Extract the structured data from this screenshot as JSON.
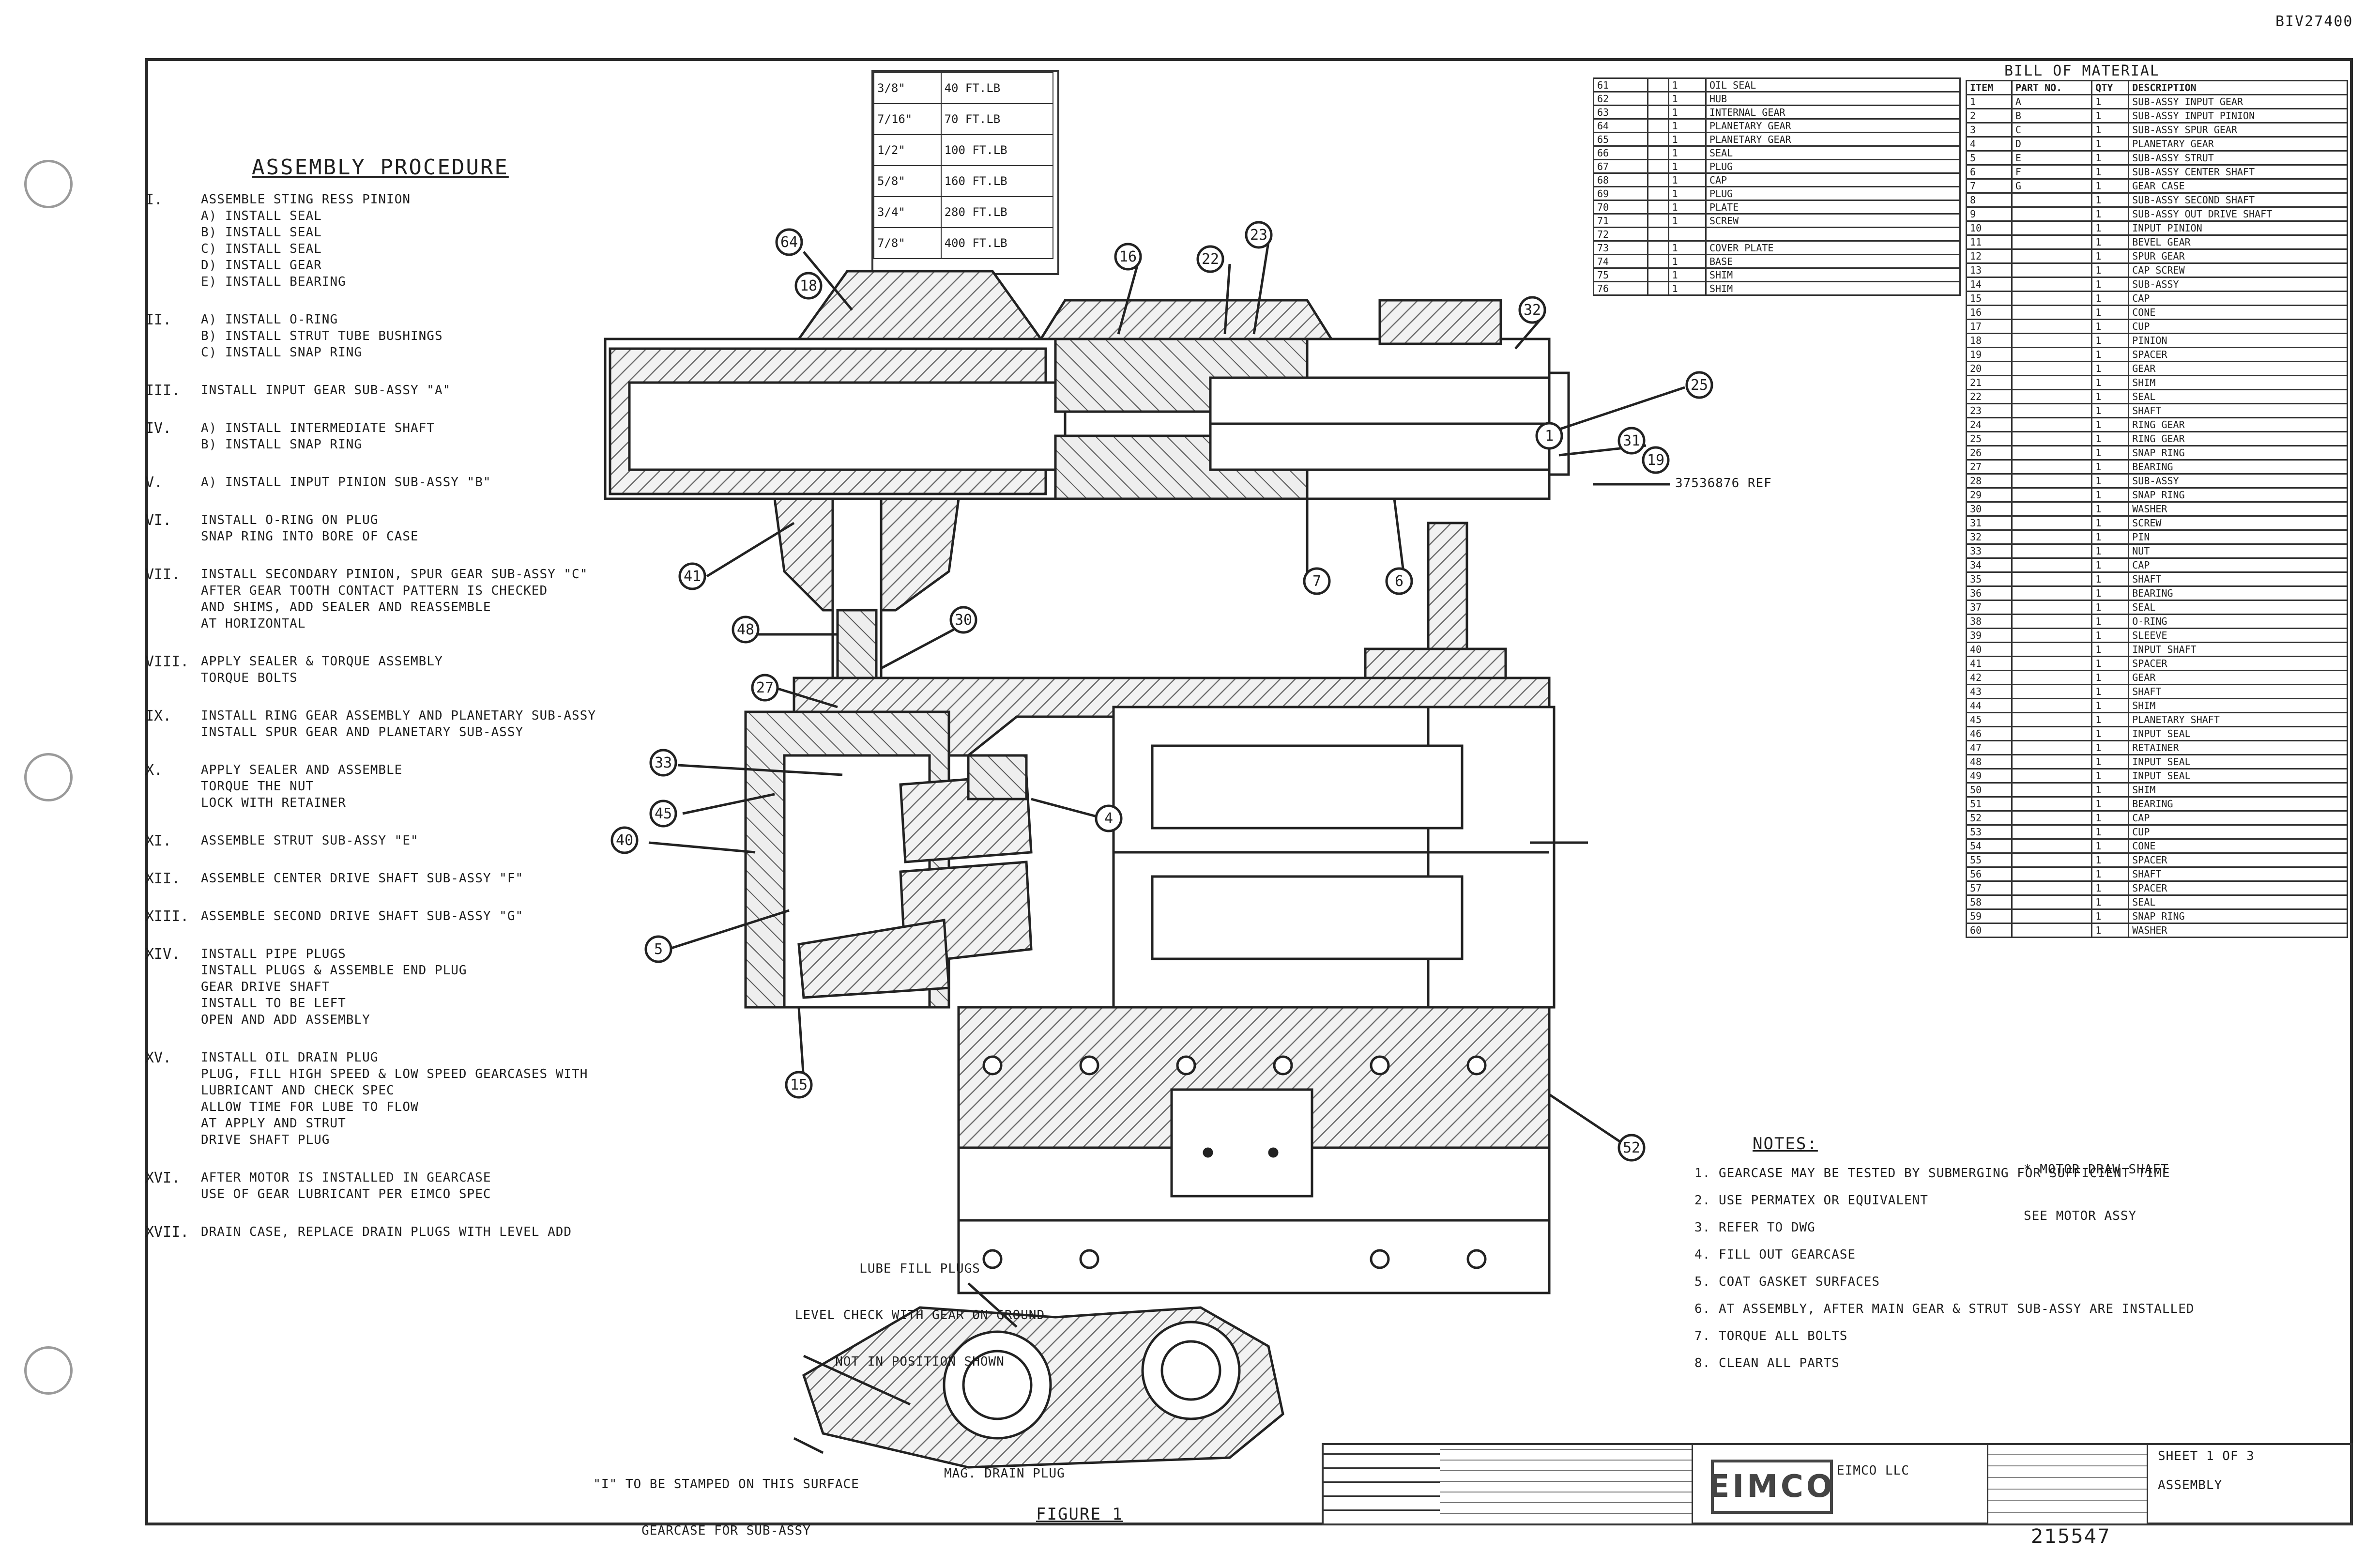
{
  "drawing_id_top": "BIV27400",
  "drawing_id_bottom": "215547",
  "procedure": {
    "title": "ASSEMBLY PROCEDURE",
    "steps": [
      {
        "num": "I.",
        "lines": [
          "ASSEMBLE STING RESS PINION",
          "A) INSTALL SEAL",
          "B) INSTALL SEAL",
          "C) INSTALL SEAL",
          "D) INSTALL GEAR",
          "E) INSTALL BEARING"
        ]
      },
      {
        "num": "II.",
        "lines": [
          "A) INSTALL O-RING",
          "B) INSTALL STRUT TUBE BUSHINGS",
          "C) INSTALL SNAP RING"
        ]
      },
      {
        "num": "III.",
        "lines": [
          "INSTALL INPUT GEAR SUB-ASSY \"A\""
        ]
      },
      {
        "num": "IV.",
        "lines": [
          "A) INSTALL INTERMEDIATE SHAFT",
          "B) INSTALL SNAP RING"
        ]
      },
      {
        "num": "V.",
        "lines": [
          "A) INSTALL INPUT PINION SUB-ASSY \"B\""
        ]
      },
      {
        "num": "VI.",
        "lines": [
          "INSTALL O-RING ON PLUG",
          "SNAP RING INTO BORE OF CASE"
        ]
      },
      {
        "num": "VII.",
        "lines": [
          "INSTALL SECONDARY PINION, SPUR GEAR SUB-ASSY \"C\"",
          "AFTER GEAR TOOTH CONTACT PATTERN IS CHECKED",
          "AND SHIMS, ADD SEALER AND REASSEMBLE",
          "AT HORIZONTAL"
        ]
      },
      {
        "num": "VIII.",
        "lines": [
          "APPLY SEALER & TORQUE ASSEMBLY",
          "TORQUE BOLTS"
        ]
      },
      {
        "num": "IX.",
        "lines": [
          "INSTALL RING GEAR ASSEMBLY AND PLANETARY SUB-ASSY",
          "INSTALL SPUR GEAR AND PLANETARY SUB-ASSY"
        ]
      },
      {
        "num": "X.",
        "lines": [
          "APPLY SEALER AND ASSEMBLE",
          "TORQUE THE NUT",
          "LOCK WITH RETAINER"
        ]
      },
      {
        "num": "XI.",
        "lines": [
          "ASSEMBLE STRUT SUB-ASSY \"E\""
        ]
      },
      {
        "num": "XII.",
        "lines": [
          "ASSEMBLE CENTER DRIVE SHAFT SUB-ASSY \"F\""
        ]
      },
      {
        "num": "XIII.",
        "lines": [
          "ASSEMBLE SECOND DRIVE SHAFT SUB-ASSY \"G\""
        ]
      },
      {
        "num": "XIV.",
        "lines": [
          "INSTALL PIPE PLUGS",
          "INSTALL PLUGS & ASSEMBLE END PLUG",
          "GEAR DRIVE SHAFT",
          "INSTALL TO BE LEFT",
          "OPEN AND ADD ASSEMBLY"
        ]
      },
      {
        "num": "XV.",
        "lines": [
          "INSTALL OIL DRAIN PLUG",
          "PLUG, FILL HIGH SPEED & LOW SPEED GEARCASES WITH",
          "LUBRICANT AND CHECK SPEC",
          "ALLOW TIME FOR LUBE TO FLOW",
          "AT APPLY AND STRUT",
          "DRIVE SHAFT PLUG"
        ]
      },
      {
        "num": "XVI.",
        "lines": [
          "AFTER MOTOR IS INSTALLED IN GEARCASE",
          "USE OF GEAR LUBRICANT PER EIMCO SPEC"
        ]
      },
      {
        "num": "XVII.",
        "lines": [
          "DRAIN CASE, REPLACE DRAIN PLUGS WITH LEVEL ADD"
        ]
      }
    ]
  },
  "torque_table": {
    "header": [
      "",
      ""
    ],
    "rows": [
      [
        "3/8\"",
        "40 FT.LB"
      ],
      [
        "7/16\"",
        "70 FT.LB"
      ],
      [
        "1/2\"",
        "100 FT.LB"
      ],
      [
        "5/8\"",
        "160 FT.LB"
      ],
      [
        "3/4\"",
        "280 FT.LB"
      ],
      [
        "7/8\"",
        "400 FT.LB"
      ]
    ]
  },
  "bill_of_material": {
    "title": "BILL OF MATERIAL",
    "headers": [
      "ITEM",
      "PART NO.",
      "QTY",
      "DESCRIPTION"
    ],
    "rows": [
      [
        "1",
        "A",
        "1",
        "SUB-ASSY INPUT GEAR"
      ],
      [
        "2",
        "B",
        "1",
        "SUB-ASSY INPUT PINION"
      ],
      [
        "3",
        "C",
        "1",
        "SUB-ASSY SPUR GEAR"
      ],
      [
        "4",
        "D",
        "1",
        "PLANETARY GEAR"
      ],
      [
        "5",
        "E",
        "1",
        "SUB-ASSY STRUT"
      ],
      [
        "6",
        "F",
        "1",
        "SUB-ASSY CENTER SHAFT"
      ],
      [
        "7",
        "G",
        "1",
        "GEAR CASE"
      ],
      [
        "8",
        "",
        "1",
        "SUB-ASSY SECOND SHAFT"
      ],
      [
        "9",
        "",
        "1",
        "SUB-ASSY OUT DRIVE SHAFT"
      ],
      [
        "10",
        "",
        "1",
        "INPUT PINION"
      ],
      [
        "11",
        "",
        "1",
        "BEVEL GEAR"
      ],
      [
        "12",
        "",
        "1",
        "SPUR GEAR"
      ],
      [
        "13",
        "",
        "1",
        "CAP SCREW"
      ],
      [
        "14",
        "",
        "1",
        "SUB-ASSY"
      ],
      [
        "15",
        "",
        "1",
        "CAP"
      ],
      [
        "16",
        "",
        "1",
        "CONE"
      ],
      [
        "17",
        "",
        "1",
        "CUP"
      ],
      [
        "18",
        "",
        "1",
        "PINION"
      ],
      [
        "19",
        "",
        "1",
        "SPACER"
      ],
      [
        "20",
        "",
        "1",
        "GEAR"
      ],
      [
        "21",
        "",
        "1",
        "SHIM"
      ],
      [
        "22",
        "",
        "1",
        "SEAL"
      ],
      [
        "23",
        "",
        "1",
        "SHAFT"
      ],
      [
        "24",
        "",
        "1",
        "RING GEAR"
      ],
      [
        "25",
        "",
        "1",
        "RING GEAR"
      ],
      [
        "26",
        "",
        "1",
        "SNAP RING"
      ],
      [
        "27",
        "",
        "1",
        "BEARING"
      ],
      [
        "28",
        "",
        "1",
        "SUB-ASSY"
      ],
      [
        "29",
        "",
        "1",
        "SNAP RING"
      ],
      [
        "30",
        "",
        "1",
        "WASHER"
      ],
      [
        "31",
        "",
        "1",
        "SCREW"
      ],
      [
        "32",
        "",
        "1",
        "PIN"
      ],
      [
        "33",
        "",
        "1",
        "NUT"
      ],
      [
        "34",
        "",
        "1",
        "CAP"
      ],
      [
        "35",
        "",
        "1",
        "SHAFT"
      ],
      [
        "36",
        "",
        "1",
        "BEARING"
      ],
      [
        "37",
        "",
        "1",
        "SEAL"
      ],
      [
        "38",
        "",
        "1",
        "O-RING"
      ],
      [
        "39",
        "",
        "1",
        "SLEEVE"
      ],
      [
        "40",
        "",
        "1",
        "INPUT SHAFT"
      ],
      [
        "41",
        "",
        "1",
        "SPACER"
      ],
      [
        "42",
        "",
        "1",
        "GEAR"
      ],
      [
        "43",
        "",
        "1",
        "SHAFT"
      ],
      [
        "44",
        "",
        "1",
        "SHIM"
      ],
      [
        "45",
        "",
        "1",
        "PLANETARY SHAFT"
      ],
      [
        "46",
        "",
        "1",
        "INPUT SEAL"
      ],
      [
        "47",
        "",
        "1",
        "RETAINER"
      ],
      [
        "48",
        "",
        "1",
        "INPUT SEAL"
      ],
      [
        "49",
        "",
        "1",
        "INPUT SEAL"
      ],
      [
        "50",
        "",
        "1",
        "SHIM"
      ],
      [
        "51",
        "",
        "1",
        "BEARING"
      ],
      [
        "52",
        "",
        "1",
        "CAP"
      ],
      [
        "53",
        "",
        "1",
        "CUP"
      ],
      [
        "54",
        "",
        "1",
        "CONE"
      ],
      [
        "55",
        "",
        "1",
        "SPACER"
      ],
      [
        "56",
        "",
        "1",
        "SHAFT"
      ],
      [
        "57",
        "",
        "1",
        "SPACER"
      ],
      [
        "58",
        "",
        "1",
        "SEAL"
      ],
      [
        "59",
        "",
        "1",
        "SNAP RING"
      ],
      [
        "60",
        "",
        "1",
        "WASHER"
      ]
    ]
  },
  "parts_list_left": {
    "rows": [
      [
        "61",
        "",
        "1",
        "OIL SEAL"
      ],
      [
        "62",
        "",
        "1",
        "HUB"
      ],
      [
        "63",
        "",
        "1",
        "INTERNAL GEAR"
      ],
      [
        "64",
        "",
        "1",
        "PLANETARY GEAR"
      ],
      [
        "65",
        "",
        "1",
        "PLANETARY GEAR"
      ],
      [
        "66",
        "",
        "1",
        "SEAL"
      ],
      [
        "67",
        "",
        "1",
        "PLUG"
      ],
      [
        "68",
        "",
        "1",
        "CAP"
      ],
      [
        "69",
        "",
        "1",
        "PLUG"
      ],
      [
        "70",
        "",
        "1",
        "PLATE"
      ],
      [
        "71",
        "",
        "1",
        "SCREW"
      ],
      [
        "72",
        "",
        "",
        ""
      ],
      [
        "73",
        "",
        "1",
        "COVER PLATE"
      ],
      [
        "74",
        "",
        "1",
        "BASE"
      ],
      [
        "75",
        "",
        "1",
        "SHIM"
      ],
      [
        "76",
        "",
        "1",
        "SHIM"
      ]
    ]
  },
  "ref_label": "37536876 REF",
  "callouts": [
    "64",
    "18",
    "16",
    "22",
    "23",
    "32",
    "25",
    "31",
    "19",
    "41",
    "48",
    "30",
    "27",
    "33",
    "45",
    "40",
    "5",
    "15",
    "4",
    "52",
    "7",
    "6",
    "1"
  ],
  "notes": {
    "title": "NOTES:",
    "items": [
      "1. GEARCASE MAY BE TESTED BY SUBMERGING FOR SUFFICIENT TIME",
      "2. USE PERMATEX OR EQUIVALENT",
      "3. REFER TO DWG",
      "4. FILL OUT GEARCASE",
      "5. COAT GASKET SURFACES",
      "6. AT ASSEMBLY, AFTER MAIN GEAR & STRUT SUB-ASSY ARE INSTALLED",
      "7. TORQUE ALL BOLTS",
      "8. CLEAN ALL PARTS"
    ]
  },
  "motor_note": [
    "* MOTOR DRAW SHAFT",
    "SEE MOTOR ASSY"
  ],
  "lube_note": [
    "LUBE FILL PLUGS",
    "LEVEL CHECK WITH GEAR ON GROUND",
    "NOT IN POSITION SHOWN"
  ],
  "figure_label": "FIGURE 1",
  "stamp_note": [
    "\"I\" TO BE STAMPED ON THIS SURFACE",
    "GEARCASE FOR SUB-ASSY"
  ],
  "drain_label": "MAG. DRAIN PLUG",
  "title_block": {
    "logo": "EIMCO",
    "company": "EIMCO LLC",
    "sheet": "SHEET 1 OF 3",
    "drawing_title": "ASSEMBLY"
  },
  "colors": {
    "ink": "#1f1f1f",
    "hatch": "#555555",
    "paper": "#ffffff"
  }
}
